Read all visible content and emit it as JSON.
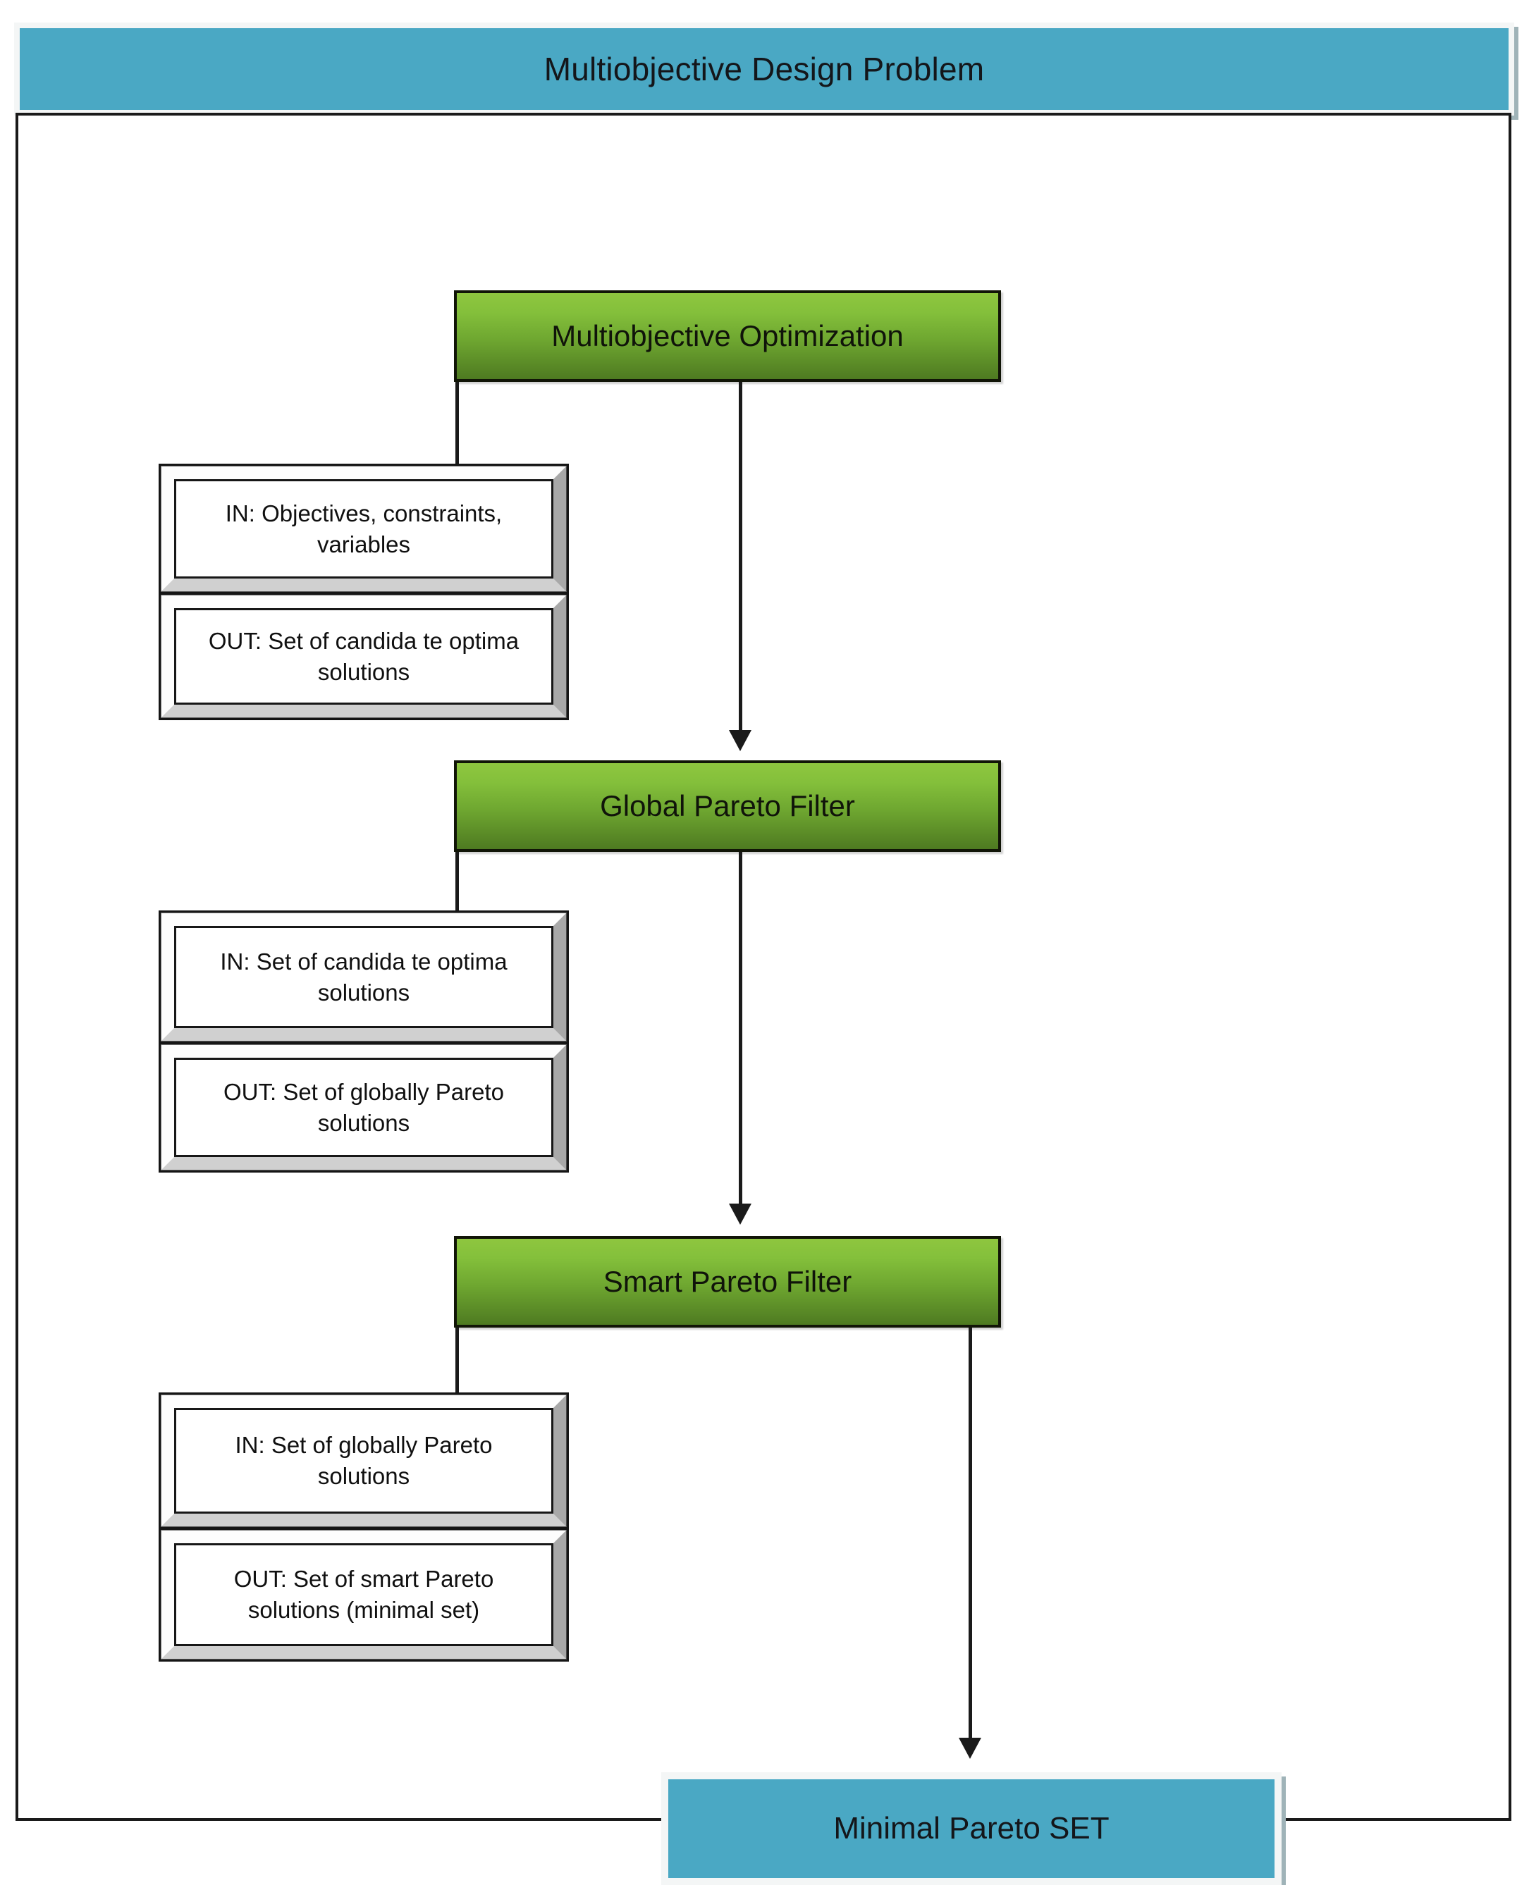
{
  "banner": {
    "title": "Multiobjective Design Problem",
    "color": "#4aa8c4"
  },
  "theme": {
    "process_green_light": "#8ec63f",
    "process_green_dark": "#4e7a21",
    "terminal_teal": "#4aa8c4",
    "frame_black": "#1a1a1a",
    "bevel_light": "#fdfdfd",
    "bevel_shadow": "#a8a8a8"
  },
  "stages": [
    {
      "process_label": "Multiobjective Optimization",
      "in_label": "IN: Objectives, constraints, variables",
      "out_label": "OUT: Set of candida te optima solutions"
    },
    {
      "process_label": "Global Pareto Filter",
      "in_label": "IN: Set of candida te optima solutions",
      "out_label": "OUT: Set of globally Pareto solutions"
    },
    {
      "process_label": "Smart Pareto Filter",
      "in_label": "IN: Set of globally Pareto solutions",
      "out_label": "OUT: Set of smart Pareto solutions (minimal set)"
    }
  ],
  "terminal": {
    "label": "Minimal Pareto SET",
    "color": "#4aa8c4"
  }
}
